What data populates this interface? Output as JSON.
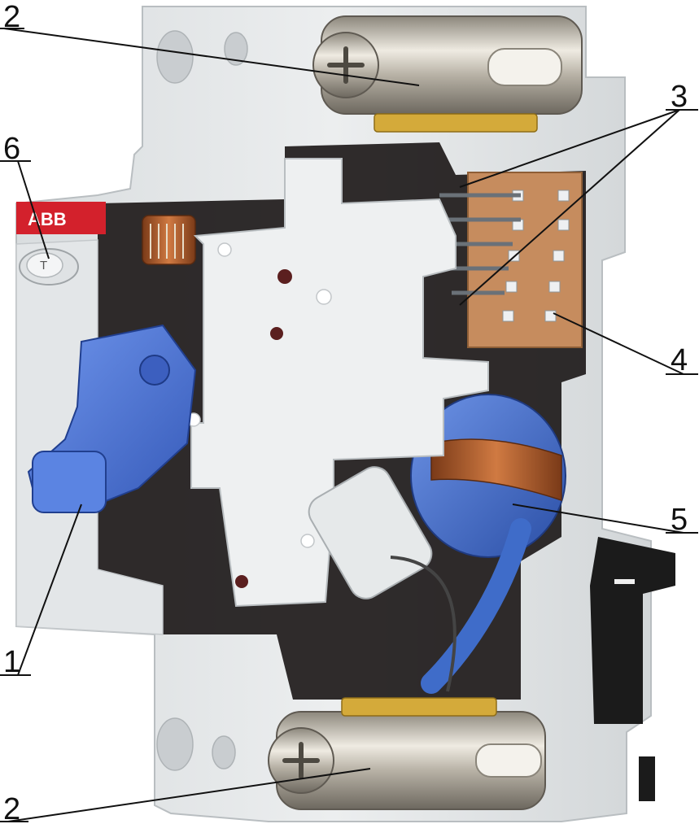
{
  "brand": {
    "logo_text": "ABB",
    "test_button_text": "T",
    "logo_color": "#d3212c"
  },
  "callouts": [
    {
      "id": "c2-top",
      "label": "2"
    },
    {
      "id": "c3",
      "label": "3"
    },
    {
      "id": "c6",
      "label": "6"
    },
    {
      "id": "c4",
      "label": "4"
    },
    {
      "id": "c5",
      "label": "5"
    },
    {
      "id": "c1",
      "label": "1"
    },
    {
      "id": "c2-bottom",
      "label": "2"
    }
  ],
  "colors": {
    "housing": "#e6e9ea",
    "handle": "#4f78d6",
    "arc_chute": "#c68c5e",
    "coil": "#3f6cc9",
    "copper": "#b5622f",
    "terminal_metal": "#b9b3a6",
    "brass": "#d4aa3a"
  }
}
